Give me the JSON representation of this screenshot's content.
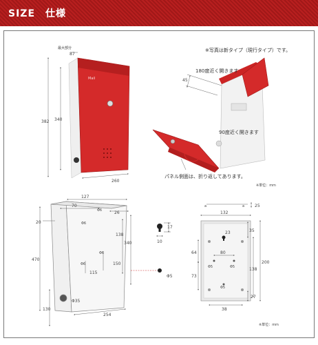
{
  "header": {
    "title": "SIZE　仕様"
  },
  "photo_note": "※写真は新タイプ（現行タイプ）です。",
  "callouts": {
    "open_180": "180度近く開きます",
    "open_90": "90度近く開きます",
    "panel_note": "パネル側面は、折り返してあります。"
  },
  "unit_labels": {
    "top": "※単位：mm",
    "bottom": "※単位：mm"
  },
  "top_dims": {
    "max_width_label": "最大部分",
    "max_width": "87",
    "height_total": "382",
    "height_body": "340",
    "width": "260",
    "lid_depth": "45"
  },
  "front_dims": {
    "top_width": "127",
    "inner_width": "70",
    "right_width": "26",
    "phi6_a": "Φ6",
    "phi6_b": "Φ6",
    "left_depth": "20",
    "height_138": "138",
    "height_340": "340",
    "height_470": "470",
    "phi6_c": "Φ6",
    "phi6_d": "Φ6",
    "dim_115": "115",
    "dim_150": "150",
    "phi35": "Φ35",
    "height_130": "130",
    "width_254": "254"
  },
  "hole_dims": {
    "keyhole_h": "17",
    "keyhole_w": "10",
    "round": "Φ5"
  },
  "back_dims": {
    "a1": "a",
    "a2": "a",
    "dim_25": "25",
    "width_132": "132",
    "dim_35": "35",
    "dim_23": "23",
    "dim_80": "80",
    "dim_64": "64",
    "phi5_a": "Φ5",
    "phi5_b": "Φ5",
    "phi5_c": "Φ5",
    "dim_73": "73",
    "height_138": "138",
    "height_200": "200",
    "dim_27": "27",
    "width_38": "38"
  },
  "colors": {
    "header": "#b81f1f",
    "box_red": "#d42a2a",
    "box_white": "#f4f4f4",
    "dim_line": "#666666"
  }
}
